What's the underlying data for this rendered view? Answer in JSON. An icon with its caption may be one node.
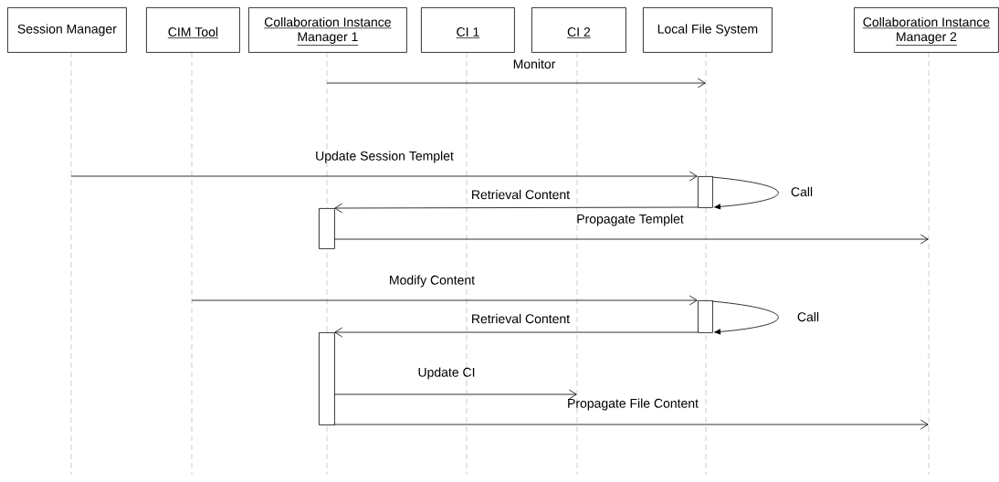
{
  "diagram": {
    "nodes": [
      {
        "text": [
          "Session Manager"
        ]
      },
      {
        "text": [
          "CIM Tool"
        ]
      },
      {
        "text": [
          "Collaboration Instance Manager 1"
        ]
      },
      {
        "text": [
          "CI 1"
        ]
      },
      {
        "text": [
          "CI 2"
        ]
      },
      {
        "text": [
          "Local File System"
        ]
      },
      {
        "text": [
          "Collaboration Instance Manager 2"
        ]
      },
      {
        "text": [],
        "shape": "bar"
      },
      {
        "text": [],
        "shape": "bar"
      },
      {
        "text": [],
        "shape": "bar"
      },
      {
        "text": [],
        "shape": "bar"
      }
    ],
    "edges": [
      {
        "from": 2,
        "to": 5,
        "arrow": "to",
        "label": "Monitor"
      },
      {
        "from": null,
        "to": 7,
        "arrow": "to",
        "label": "Update Session Templet"
      },
      {
        "from": 7,
        "to": 7,
        "arrow": "to",
        "label": "Call"
      },
      {
        "from": 7,
        "to": 8,
        "arrow": "to",
        "label": "Retrieval Content"
      },
      {
        "from": 8,
        "to": null,
        "arrow": "to",
        "label": "Propagate Templet"
      },
      {
        "from": null,
        "to": 9,
        "arrow": "to",
        "label": "Modify Content"
      },
      {
        "from": 9,
        "to": 9,
        "arrow": "to",
        "label": "Call"
      },
      {
        "from": 9,
        "to": 10,
        "arrow": "to",
        "label": "Retrieval Content"
      },
      {
        "from": 10,
        "to": null,
        "arrow": "to",
        "label": "Update CI"
      },
      {
        "from": 10,
        "to": null,
        "arrow": "to",
        "label": "Propagate File Content"
      }
    ]
  }
}
